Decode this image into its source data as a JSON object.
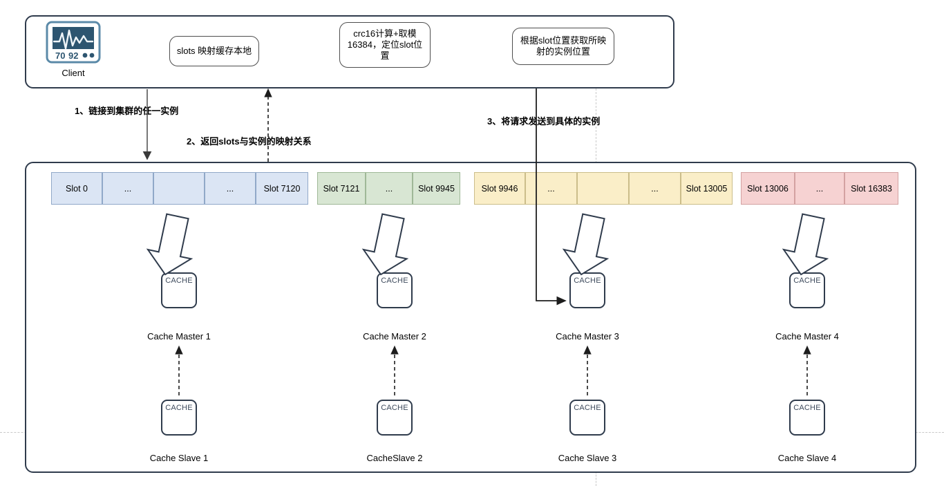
{
  "diagram": {
    "title": "Redis Cluster slot mapping diagram",
    "colors": {
      "node_border": "#2f3b4c",
      "slot_blue": "#dbe5f4",
      "slot_green": "#d8e6d3",
      "slot_amber": "#faeec8",
      "slot_red": "#f6d2d2"
    }
  },
  "client_panel": {
    "client": {
      "label": "Client",
      "icon": "heart-rate-monitor-icon",
      "reading_left": "70",
      "reading_right": "92"
    },
    "boxes": [
      {
        "id": "slots-cache-box",
        "text": "slots 映射缓存本地"
      },
      {
        "id": "crc16-box",
        "text": "crc16计算+取模16384，定位slot位置"
      },
      {
        "id": "locate-instance-box",
        "text": "根据slot位置获取所映射的实例位置"
      }
    ]
  },
  "connectors": [
    {
      "id": "step1",
      "label": "1、链接到集群的任一实例",
      "style": "solid-down"
    },
    {
      "id": "step2",
      "label": "2、返回slots与实例的映射关系",
      "style": "dashed-up"
    },
    {
      "id": "step3",
      "label": "3、将请求发送到具体的实例",
      "style": "solid-elbow"
    }
  ],
  "slot_bars": [
    {
      "id": "bar-1",
      "color": "blue",
      "cells": [
        "Slot 0",
        "...",
        "",
        "...",
        "Slot 7120"
      ]
    },
    {
      "id": "bar-2",
      "color": "green",
      "cells": [
        "Slot 7121",
        "...",
        "Slot 9945"
      ]
    },
    {
      "id": "bar-3",
      "color": "amber",
      "cells": [
        "Slot 9946",
        "...",
        "",
        "...",
        "Slot 13005"
      ]
    },
    {
      "id": "bar-4",
      "color": "red",
      "cells": [
        "Slot 13006",
        "...",
        "Slot 16383"
      ]
    }
  ],
  "nodes": {
    "cache_text": "CACHE",
    "masters": [
      {
        "id": "master-1",
        "label": "Cache Master 1"
      },
      {
        "id": "master-2",
        "label": "Cache Master 2"
      },
      {
        "id": "master-3",
        "label": "Cache Master 3"
      },
      {
        "id": "master-4",
        "label": "Cache Master 4"
      }
    ],
    "slaves": [
      {
        "id": "slave-1",
        "label": "Cache Slave 1"
      },
      {
        "id": "slave-2",
        "label": "CacheSlave 2"
      },
      {
        "id": "slave-3",
        "label": "Cache Slave 3"
      },
      {
        "id": "slave-4",
        "label": "Cache Slave 4"
      }
    ]
  }
}
